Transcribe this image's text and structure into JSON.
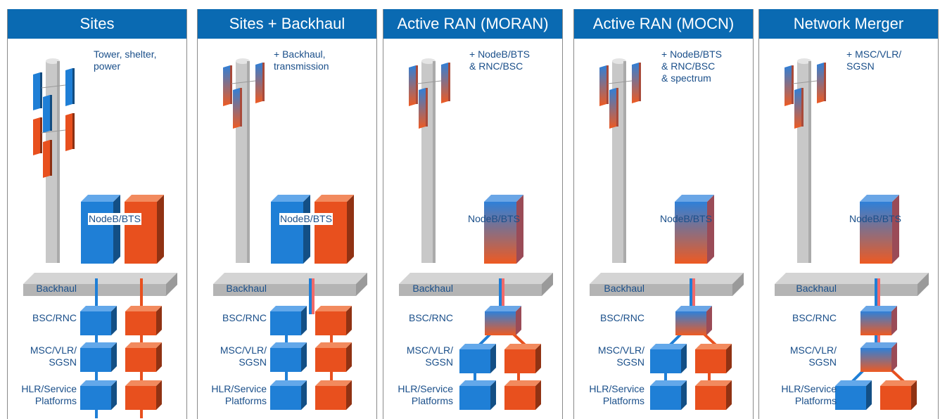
{
  "colors": {
    "header": "#0a6ab2",
    "blue": "#1f7fd6",
    "orange": "#e8501e",
    "text": "#1a4f8a",
    "pole": "#c8c8c8",
    "platform": "#b4b4b4"
  },
  "panels": [
    {
      "title": "Sites",
      "note": "Tower, shelter,\npower",
      "nodeb": "NodeB/BTS",
      "mode": "sites",
      "labels": {
        "backhaul": "Backhaul",
        "bsc": "BSC/RNC",
        "msc": "MSC/VLR/\nSGSN",
        "hlr": "HLR/Service\nPlatforms"
      }
    },
    {
      "title": "Sites + Backhaul",
      "note": "+ Backhaul,\ntransmission",
      "nodeb": "NodeB/BTS",
      "mode": "backhaul",
      "labels": {
        "backhaul": "Backhaul",
        "bsc": "BSC/RNC",
        "msc": "MSC/VLR/\nSGSN",
        "hlr": "HLR/Service\nPlatforms"
      }
    },
    {
      "title": "Active RAN (MORAN)",
      "note": "+ NodeB/BTS\n& RNC/BSC",
      "nodeb": "NodeB/BTS",
      "mode": "moran",
      "labels": {
        "backhaul": "Backhaul",
        "bsc": "BSC/RNC",
        "msc": "MSC/VLR/\nSGSN",
        "hlr": "HLR/Service\nPlatforms"
      }
    },
    {
      "title": "Active RAN (MOCN)",
      "note": "+ NodeB/BTS\n& RNC/BSC\n& spectrum",
      "nodeb": "NodeB/BTS",
      "mode": "mocn",
      "labels": {
        "backhaul": "Backhaul",
        "bsc": "BSC/RNC",
        "msc": "MSC/VLR/\nSGSN",
        "hlr": "HLR/Service\nPlatforms"
      }
    },
    {
      "title": "Network Merger",
      "note": "+ MSC/VLR/\nSGSN",
      "nodeb": "NodeB/BTS",
      "mode": "merger",
      "labels": {
        "backhaul": "Backhaul",
        "bsc": "BSC/RNC",
        "msc": "MSC/VLR/\nSGSN",
        "hlr": "HLR/Service\nPlatforms"
      }
    }
  ]
}
